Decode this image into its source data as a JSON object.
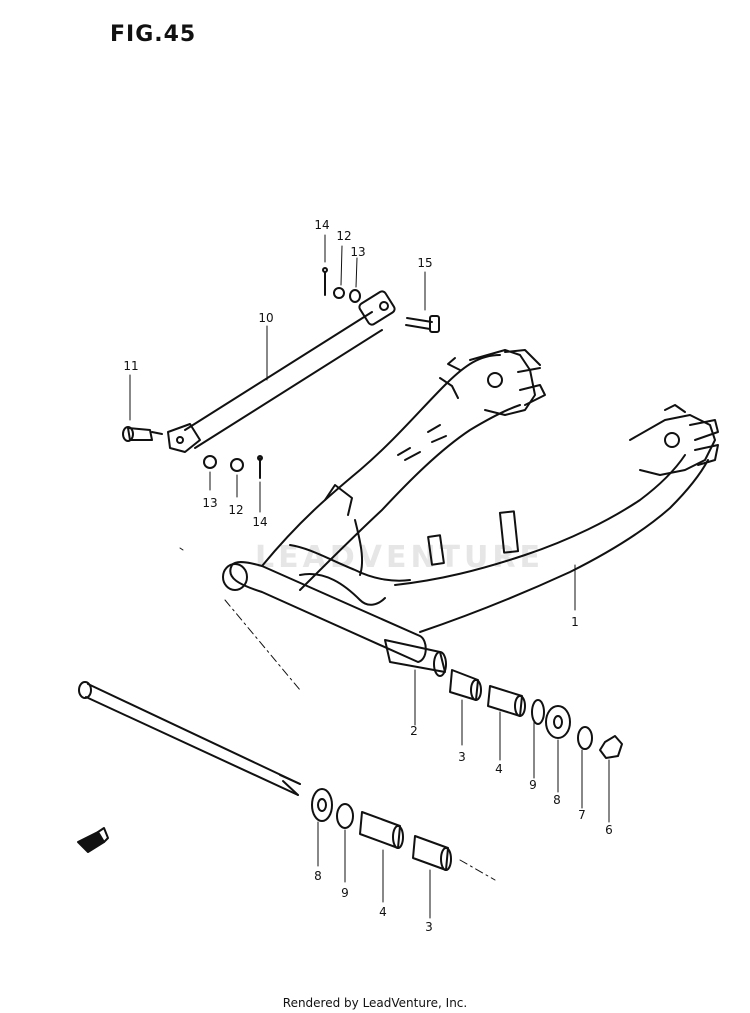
{
  "figure": {
    "title": "FIG.45",
    "watermark": "LEADVENTURE",
    "footer": "Rendered by LeadVenture, Inc."
  },
  "callouts": [
    {
      "id": "c14a",
      "text": "14"
    },
    {
      "id": "c12a",
      "text": "12"
    },
    {
      "id": "c13a",
      "text": "13"
    },
    {
      "id": "c15",
      "text": "15"
    },
    {
      "id": "c10",
      "text": "10"
    },
    {
      "id": "c11",
      "text": "11"
    },
    {
      "id": "c13b",
      "text": "13"
    },
    {
      "id": "c12b",
      "text": "12"
    },
    {
      "id": "c14b",
      "text": "14"
    },
    {
      "id": "c1",
      "text": "1"
    },
    {
      "id": "c2",
      "text": "2"
    },
    {
      "id": "c3a",
      "text": "3"
    },
    {
      "id": "c4a",
      "text": "4"
    },
    {
      "id": "c9a",
      "text": "9"
    },
    {
      "id": "c8a",
      "text": "8"
    },
    {
      "id": "c7",
      "text": "7"
    },
    {
      "id": "c6",
      "text": "6"
    },
    {
      "id": "c8b",
      "text": "8"
    },
    {
      "id": "c9b",
      "text": "9"
    },
    {
      "id": "c4b",
      "text": "4"
    },
    {
      "id": "c3b",
      "text": "3"
    }
  ]
}
